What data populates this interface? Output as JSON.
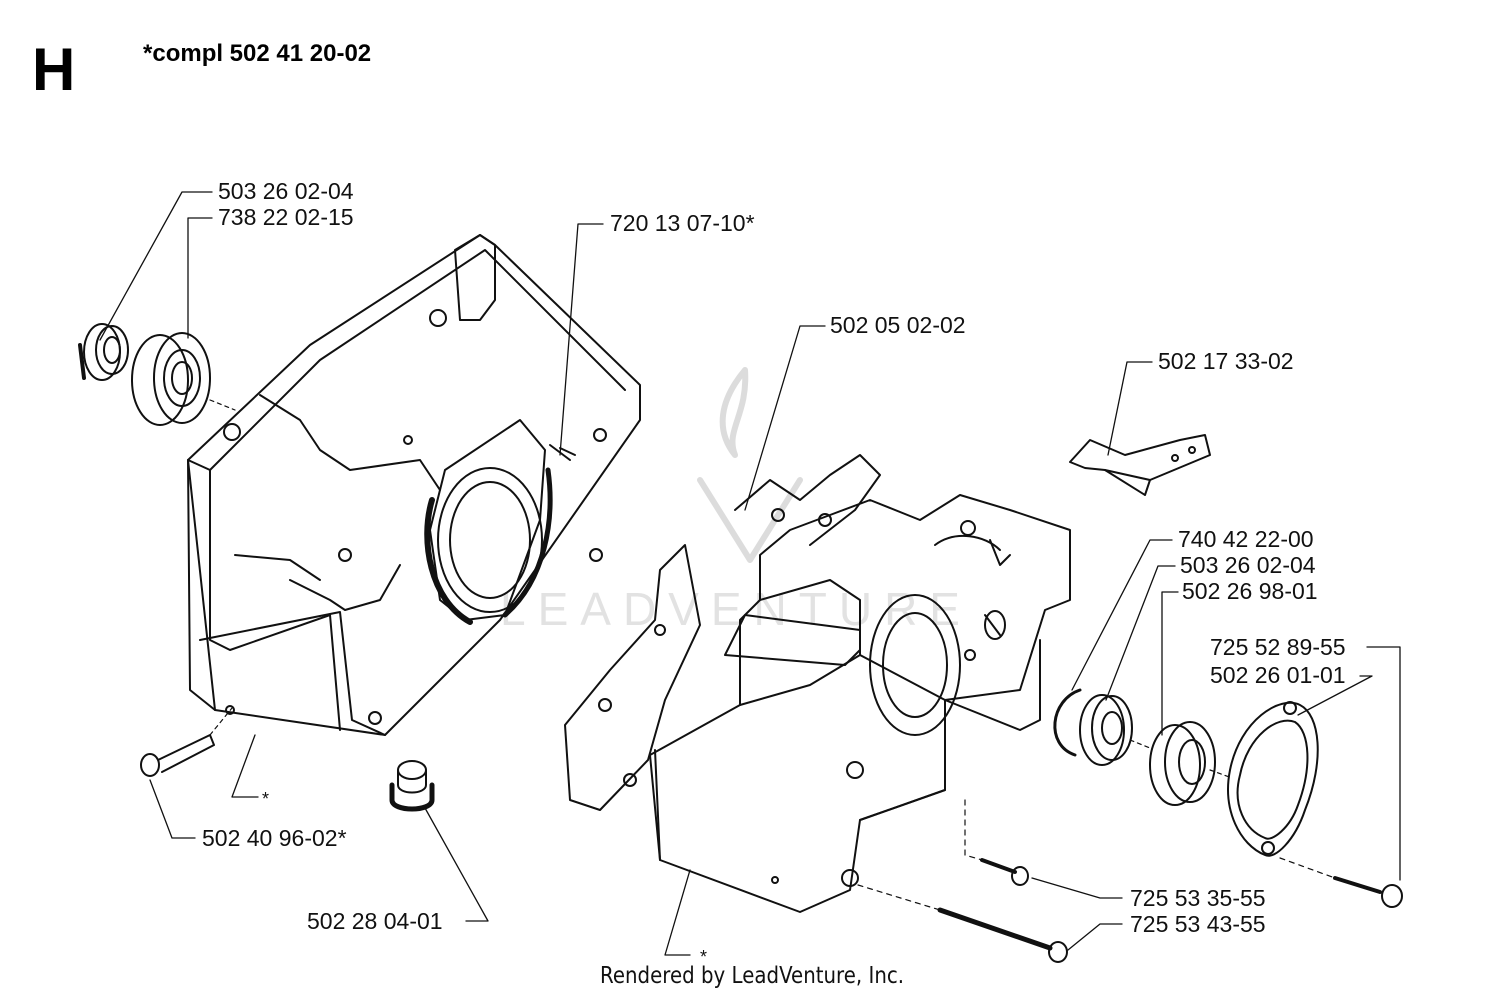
{
  "header": {
    "section_letter": "H",
    "assembly_note": "*compl 502 41 20-02"
  },
  "labels": {
    "seal_left": "503 26 02-04",
    "bearing_left": "738 22 02-15",
    "pin": "720 13 07-10*",
    "gasket": "502 05 02-02",
    "bracket": "502 17 33-02",
    "ring": "740 42 22-00",
    "seal_right": "503 26 02-04",
    "bearing_right": "502 26 98-01",
    "screw_cover": "725 52 89-55",
    "cover": "502 26 01-01",
    "screw_left": "502 40 96-02*",
    "plug": "502 28 04-01",
    "screw_short": "725 53 35-55",
    "screw_long": "725 53 43-55",
    "star_left": "*",
    "star_right": "*"
  },
  "footer": {
    "rendered_by": "Rendered by LeadVenture, Inc."
  },
  "watermark": {
    "text": "LEADVENTURE"
  },
  "colors": {
    "ink": "#111111",
    "watermark": "#dddddd"
  }
}
